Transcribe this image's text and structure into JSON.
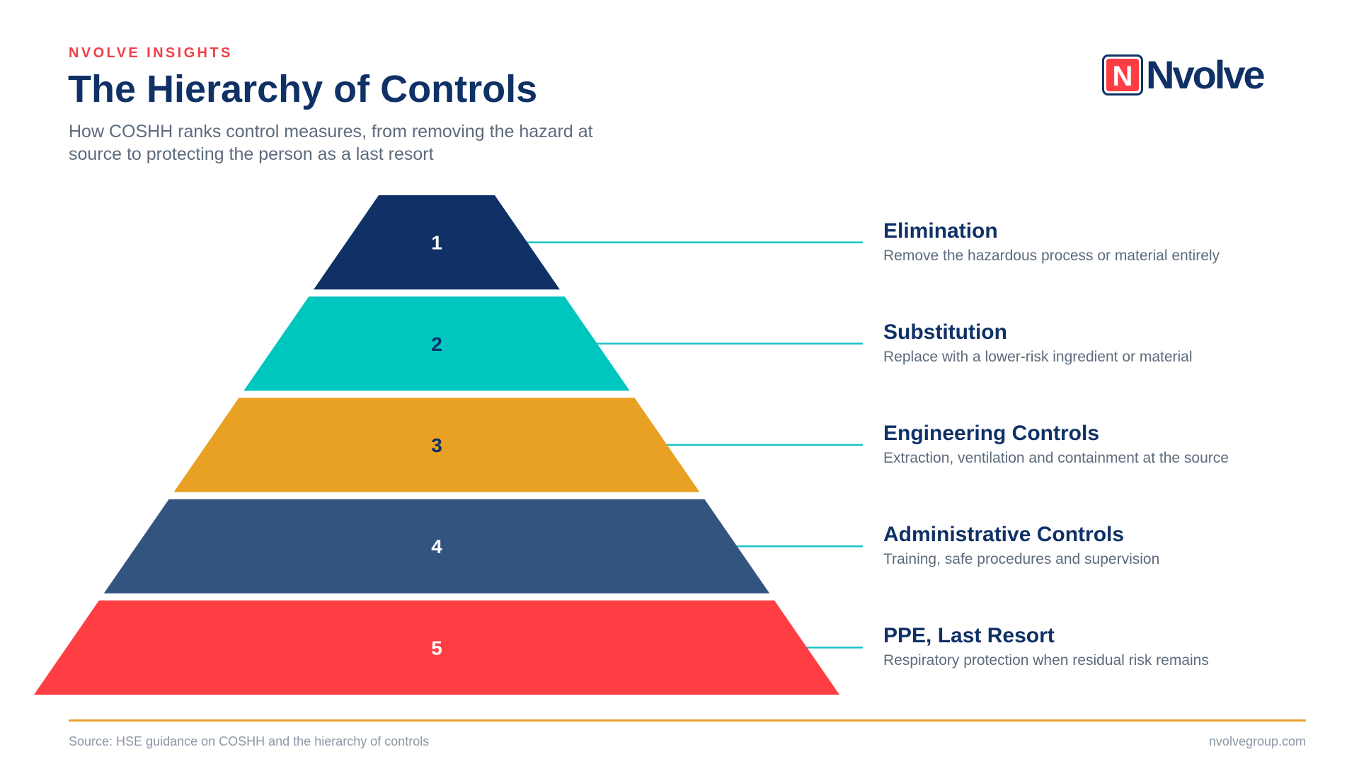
{
  "header": {
    "eyebrow": "NVOLVE INSIGHTS",
    "title": "The Hierarchy of Controls",
    "subtitle": "How COSHH ranks control measures, from removing the hazard at source to protecting the person as a last resort"
  },
  "logo": {
    "mark_letter": "N",
    "wordmark": "Nvolve"
  },
  "colors": {
    "navy": "#0f3166",
    "accent_red": "#ff3e44",
    "teal": "#00c6c0",
    "amber": "#e8a123",
    "slate_blue": "#345480",
    "connector": "#19c3c8",
    "footer_rule": "#e8a232"
  },
  "levels": [
    {
      "number": "1",
      "title": "Elimination",
      "description": "Remove the hazardous process or material entirely",
      "color": "#0f3166",
      "number_color": "#ffffff"
    },
    {
      "number": "2",
      "title": "Substitution",
      "description": "Replace with a lower-risk ingredient or material",
      "color": "#00c6c0",
      "number_color": "#0f3166"
    },
    {
      "number": "3",
      "title": "Engineering Controls",
      "description": "Extraction, ventilation and containment at the source",
      "color": "#e8a123",
      "number_color": "#0f3166"
    },
    {
      "number": "4",
      "title": "Administrative Controls",
      "description": "Training, safe procedures and supervision",
      "color": "#345480",
      "number_color": "#ffffff"
    },
    {
      "number": "5",
      "title": "PPE, Last Resort",
      "description": "Respiratory protection when residual risk remains",
      "color": "#ff3e44",
      "number_color": "#ffffff"
    }
  ],
  "footer": {
    "source": "Source: HSE guidance on COSHH and the hierarchy of controls",
    "site": "nvolvegroup.com"
  }
}
